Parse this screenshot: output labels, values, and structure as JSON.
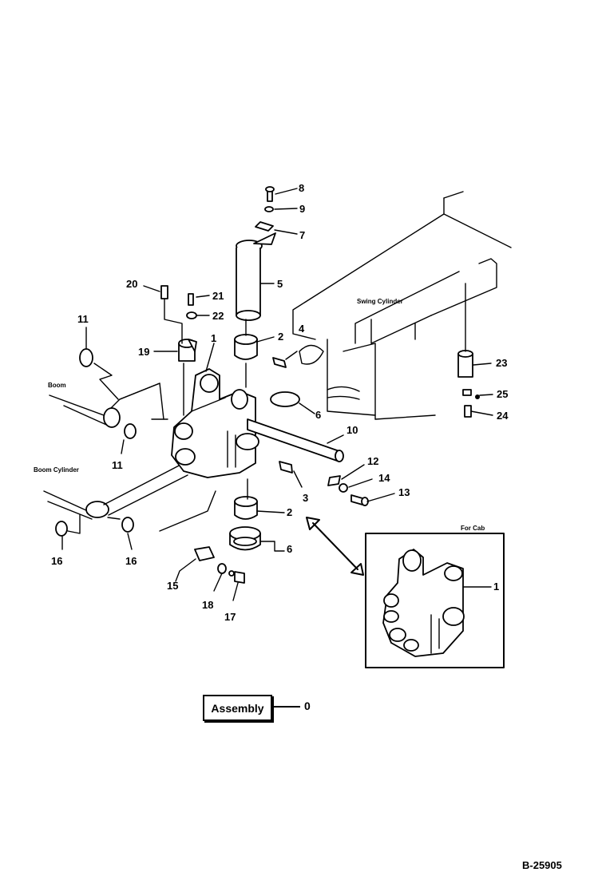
{
  "callouts": {
    "p0": "0",
    "p1": "1",
    "p2": "2",
    "p3": "3",
    "p4": "4",
    "p5": "5",
    "p6": "6",
    "p7": "7",
    "p8": "8",
    "p9": "9",
    "p10": "10",
    "p11": "11",
    "p12": "12",
    "p13": "13",
    "p14": "14",
    "p15": "15",
    "p16": "16",
    "p17": "17",
    "p18": "18",
    "p19": "19",
    "p20": "20",
    "p21": "21",
    "p22": "22",
    "p23": "23",
    "p24": "24",
    "p25": "25"
  },
  "labels": {
    "boom": "Boom",
    "boom_cylinder": "Boom Cylinder",
    "swing_cylinder": "Swing Cylinder",
    "for_cab": "For Cab"
  },
  "assembly": {
    "label": "Assembly",
    "number": "0"
  },
  "drawing_code": "B-25905"
}
